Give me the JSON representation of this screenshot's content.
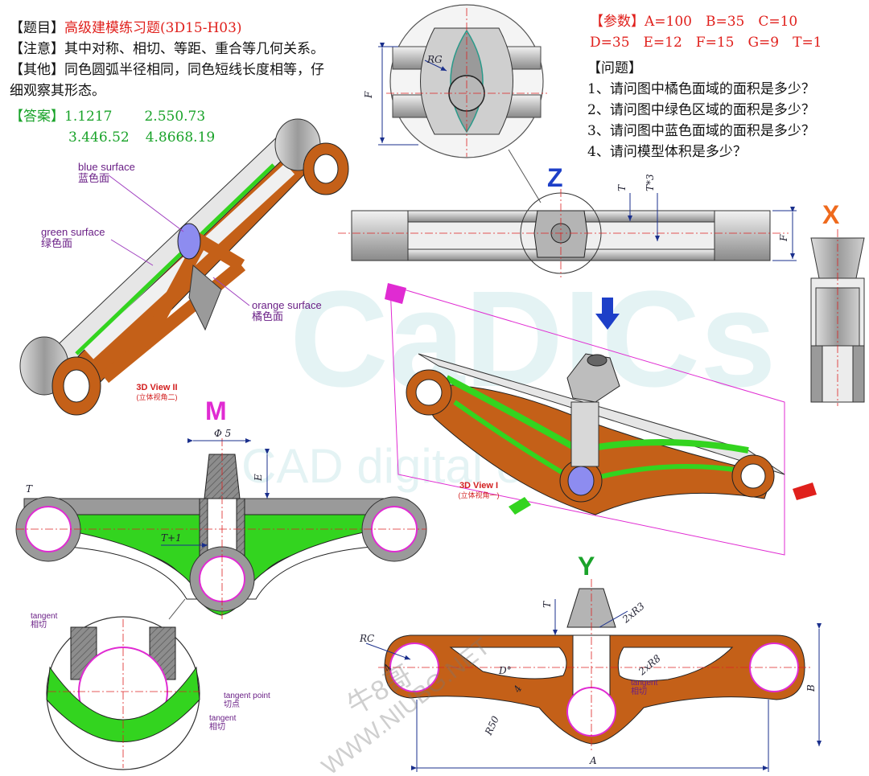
{
  "header": {
    "title_tag": "【题目】",
    "title": "高级建模练习题(3D15-H03)",
    "note_tag": "【注意】",
    "note": "其中对称、相切、等距、重合等几何关系。",
    "other_tag": "【其他】",
    "other_line1": "同色圆弧半径相同，同色短线长度相等，仔",
    "other_line2": "细观察其形态。",
    "answer_tag": "【答案】",
    "answers": [
      "1.1217",
      "2.550.73",
      "3.446.52",
      "4.8668.19"
    ]
  },
  "params": {
    "tag": "【参数】",
    "line1": "A=100　B=35　C=10",
    "line2": "D=35　E=12　F=15　G=9　T=1"
  },
  "questions": {
    "tag": "【问题】",
    "items": [
      "1、请问图中橘色面域的面积是多少？",
      "2、请问图中绿色区域的面积是多少？",
      "3、请问图中蓝色面域的面积是多少？",
      "4、请问模型体积是多少？"
    ]
  },
  "labels": {
    "blue_en": "blue surface",
    "blue_cn": "蓝色面",
    "green_en": "green surface",
    "green_cn": "绿色面",
    "orange_en": "orange surface",
    "orange_cn": "橘色面",
    "view2": "3D View II",
    "view2_cn": "(立体视角二)",
    "view1": "3D View I",
    "view1_cn": "(立体视角一)",
    "tangent_en": "tangent",
    "tangent_cn": "相切",
    "tangent_point_en": "tangent point",
    "tangent_point_cn": "切点"
  },
  "view_letters": {
    "z": "Z",
    "x": "X",
    "m": "M",
    "y": "Y"
  },
  "dims": {
    "rg": "RG",
    "f": "F",
    "t": "T",
    "t3": "T*3",
    "phi5": "Φ 5",
    "e": "E",
    "t1": "T+1",
    "rc": "RC",
    "d": "D°",
    "r50": "R50",
    "r3": "2xR3",
    "r8": "2xR8",
    "b": "B",
    "a": "A",
    "four": "4"
  },
  "watermark": {
    "url": "WWW.NIUBG.NET",
    "brand": "牛8哥"
  },
  "colors": {
    "orange": "#c4621a",
    "green": "#33d41f",
    "blue": "#8d8cf0",
    "magenta": "#e02bd2",
    "red": "#e0201c"
  }
}
